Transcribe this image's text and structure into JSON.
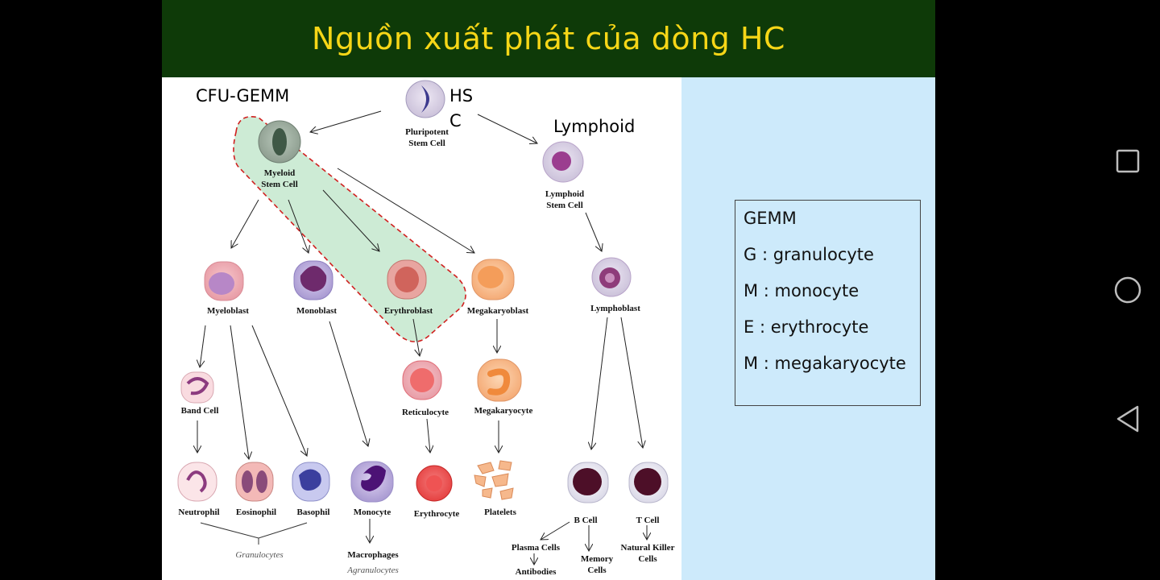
{
  "slide": {
    "title": "Nguồn xuất phát của dòng HC",
    "labels": {
      "cfu_gemm": "CFU-GEMM",
      "hsc_line1": "HS",
      "hsc_line2": "C",
      "lymphoid": "Lymphoid"
    },
    "cells": {
      "pluripotent_1": "Pluripotent",
      "pluripotent_2": "Stem Cell",
      "myeloid_1": "Myeloid",
      "myeloid_2": "Stem Cell",
      "lymphoid_1": "Lymphoid",
      "lymphoid_2": "Stem Cell",
      "myeloblast": "Myeloblast",
      "monoblast": "Monoblast",
      "erythroblast": "Erythroblast",
      "megakaryoblast": "Megakaryoblast",
      "lymphoblast": "Lymphoblast",
      "band_cell": "Band Cell",
      "reticulocyte": "Reticulocyte",
      "megakaryocyte": "Megakaryocyte",
      "neutrophil": "Neutrophil",
      "eosinophil": "Eosinophil",
      "basophil": "Basophil",
      "monocyte": "Monocyte",
      "erythrocyte": "Erythrocyte",
      "platelets": "Platelets",
      "b_cell": "B Cell",
      "t_cell": "T Cell",
      "plasma_cells": "Plasma Cells",
      "antibodies": "Antibodies",
      "memory_1": "Memory",
      "memory_2": "Cells",
      "nk_1": "Natural Killer",
      "nk_2": "Cells",
      "macrophages": "Macrophages",
      "granulocytes": "Granulocytes",
      "agranulocytes": "Agranulocytes"
    },
    "legend": {
      "lines": [
        "GEMM",
        "G : granulocyte",
        "M : monocyte",
        "E : erythrocyte",
        "M : megakaryocyte"
      ]
    },
    "colors": {
      "title_bg": "#0e3a08",
      "title_text": "#f6d617",
      "slide_bg": "#cdeafb",
      "highlight_fill": "#cdebd5",
      "highlight_border": "#d0201f"
    }
  },
  "nav": {
    "recent_icon": "square-recent-apps-icon",
    "home_icon": "circle-home-icon",
    "back_icon": "triangle-back-icon"
  }
}
